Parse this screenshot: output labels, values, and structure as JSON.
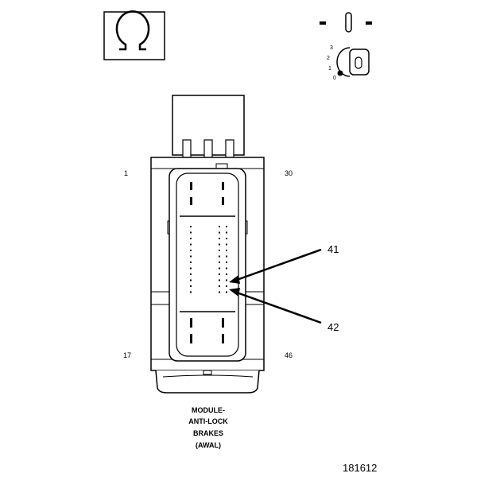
{
  "symbols": {
    "ohm_icon": "ohm-icon",
    "ignition_icon": "ignition-key-icon",
    "ignition_positions": [
      "3",
      "2",
      "1",
      "0"
    ]
  },
  "connector": {
    "pin_labels": {
      "top_left": "1",
      "top_right": "30",
      "bottom_left": "17",
      "bottom_right": "46"
    }
  },
  "callouts": [
    {
      "id": "41",
      "label": "41"
    },
    {
      "id": "42",
      "label": "42"
    }
  ],
  "caption_lines": [
    "MODULE-",
    "ANTI-LOCK",
    "BRAKES",
    "(AWAL)"
  ],
  "figure_number": "181612"
}
